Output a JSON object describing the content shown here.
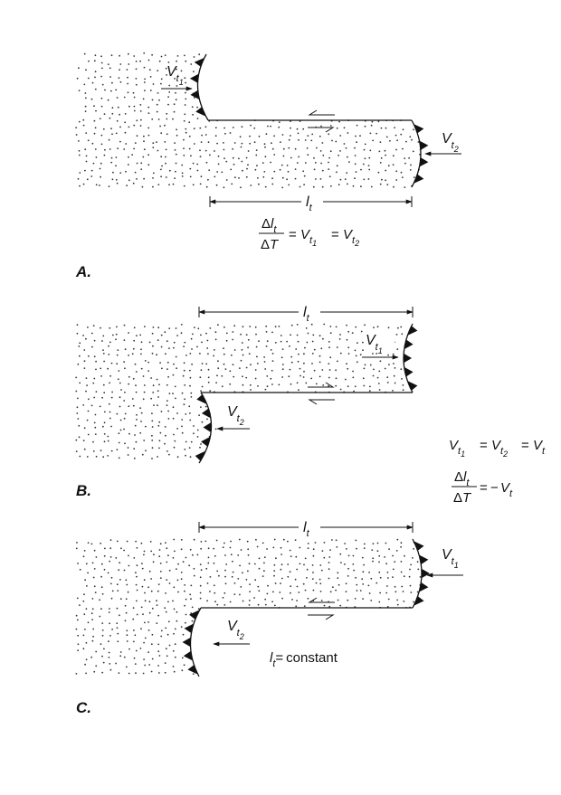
{
  "panels": [
    {
      "id": "A",
      "label": "A."
    },
    {
      "id": "B",
      "label": "B."
    },
    {
      "id": "C",
      "label": "C."
    }
  ],
  "symbols": {
    "velocity": "V",
    "sub_t": "t",
    "sub_1": "1",
    "sub_2": "2",
    "length": "l",
    "delta": "Δ",
    "time": "T",
    "equals": "=",
    "minus": "−"
  },
  "constant_label": "constant",
  "colors": {
    "ink": "#111111",
    "background": "#ffffff"
  }
}
